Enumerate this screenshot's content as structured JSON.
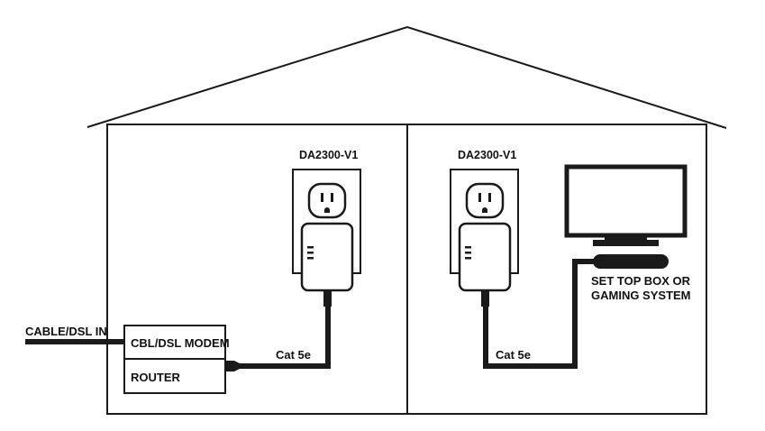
{
  "diagram": {
    "labels": {
      "adapter_left": "DA2300-V1",
      "adapter_right": "DA2300-V1",
      "cable_in": "CABLE/DSL IN",
      "modem": "CBL/DSL MODEM",
      "router": "ROUTER",
      "cable_left": "Cat 5e",
      "cable_right": "Cat 5e",
      "stb_line1": "SET TOP BOX OR",
      "stb_line2": "GAMING SYSTEM"
    },
    "colors": {
      "line": "#1a1a1a",
      "background": "#ffffff"
    },
    "icons": [
      "house-outline",
      "outlet-icon",
      "powerline-adapter-icon",
      "tv-icon",
      "set-top-box-icon",
      "ethernet-plug-icon"
    ]
  }
}
